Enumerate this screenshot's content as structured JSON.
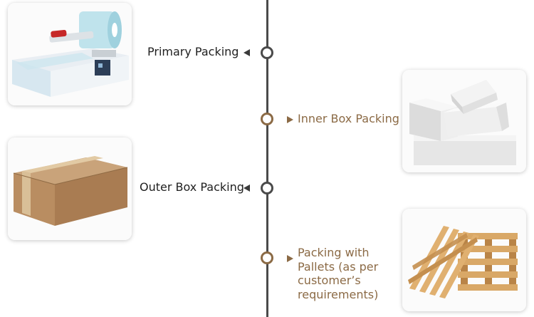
{
  "timeline": {
    "steps": [
      {
        "label": "Primary Packing",
        "side": "left",
        "image": "sealing-machine"
      },
      {
        "label": "Inner Box Packing",
        "side": "right",
        "image": "white-boxes"
      },
      {
        "label": "Outer Box Packing",
        "side": "left",
        "image": "cardboard-box"
      },
      {
        "label": "Packing with Pallets (as per customer’s requirements)",
        "side": "right",
        "image": "wooden-pallets"
      }
    ]
  },
  "colors": {
    "spine": "#4a4a4a",
    "accent_brown": "#8b6a45",
    "text_dark": "#1f1f1f"
  }
}
